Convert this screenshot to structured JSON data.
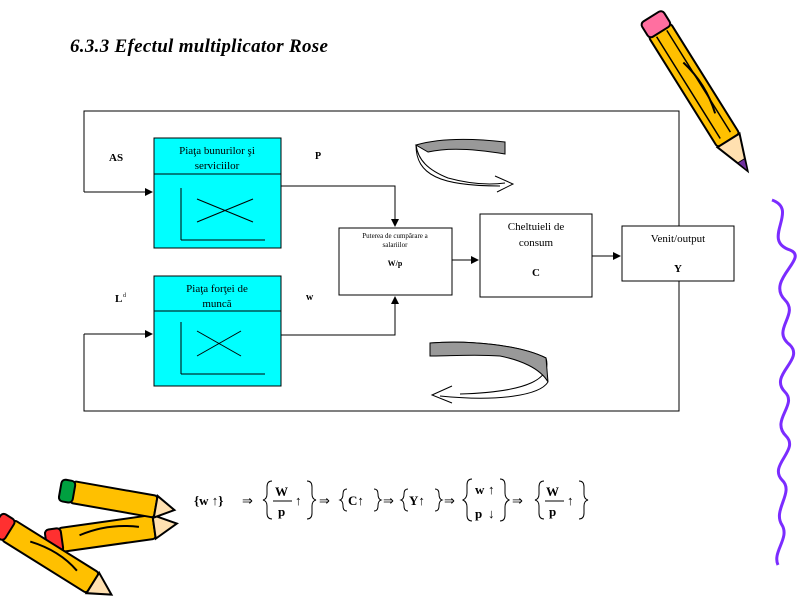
{
  "title": "6.3.3 Efectul multiplicator Rose",
  "diagram": {
    "labels": {
      "as": "AS",
      "p": "P",
      "ld": "L",
      "ld_sup": "d",
      "w": "w"
    },
    "boxes": {
      "goods_market": {
        "line1": "Piaţa bunurilor şi",
        "line2": "serviciilor"
      },
      "labor_market": {
        "line1": "Piaţa forţei de",
        "line2": "muncă"
      },
      "purchasing_power": {
        "line1": "Puterea de cumpărare a",
        "line2": "salariilor",
        "symbol": "W/p"
      },
      "consumption": {
        "line1": "Cheltuieli de",
        "line2": "consum",
        "symbol": "C"
      },
      "income": {
        "line1": "Venit/output",
        "symbol": "Y"
      }
    },
    "colors": {
      "market_fill": "#00ffff",
      "arrow_gray": "#999999"
    }
  },
  "formula": {
    "w_up": "{w ↑}",
    "implies": "⇒",
    "W": "W",
    "p": "p",
    "up": "↑",
    "down": "↓",
    "C_up": "C↑",
    "Y_up": "Y↑",
    "w": "w"
  },
  "decorations": [
    "pencil-icon",
    "crayons-icon",
    "squiggle-line"
  ]
}
